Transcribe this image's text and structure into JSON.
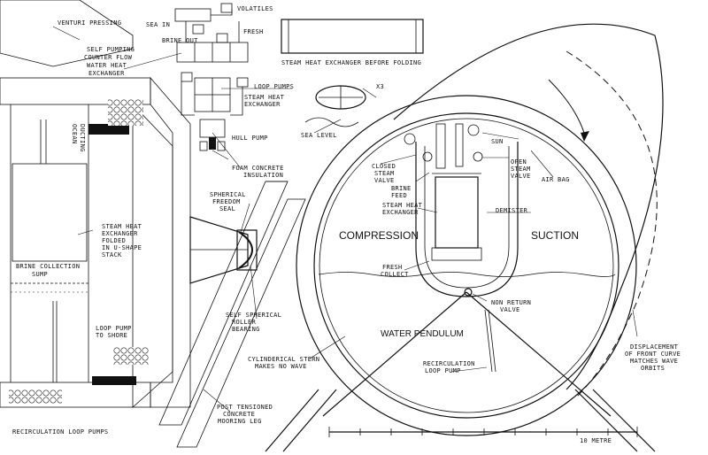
{
  "labels": {
    "volatiles": "VOLATILES",
    "sea_in": "SEA IN",
    "fresh_top": "FRESH",
    "brine_out": "BRINE OUT",
    "steam_hx_before_folding": "STEAM HEAT EXCHANGER BEFORE FOLDING",
    "venturi_pressing": "VENTURI PRESSING",
    "self_pumping_1": "SELF PUMPING",
    "self_pumping_2": "COUNTER FLOW",
    "self_pumping_3": "WATER HEAT",
    "self_pumping_4": "EXCHANGER",
    "loop_pumps": "LOOP PUMPS",
    "steam_hx_top_1": "STEAM HEAT",
    "steam_hx_top_2": "EXCHANGER",
    "x3": "X3",
    "hull_pump": "HULL PUMP",
    "sea_level": "SEA LEVEL",
    "sun": "SUN",
    "ocean_duct_1": "OCEAN",
    "ocean_duct_2": "DUCTING",
    "foam_concrete_1": "FOAM CONCRETE",
    "foam_concrete_2": "INSULATION",
    "closed_steam_1": "CLOSED",
    "closed_steam_2": "STEAM",
    "closed_steam_3": "VALVE",
    "open_steam_1": "OPEN",
    "open_steam_2": "STEAM",
    "open_steam_3": "VALVE",
    "air_bag": "AIR BAG",
    "brine_feed_1": "BRINE",
    "brine_feed_2": "FEED",
    "spherical_freedom_1": "SPHERICAL",
    "spherical_freedom_2": "FREEDOM",
    "spherical_freedom_3": "SEAL",
    "steam_hx_center_1": "STEAM HEAT",
    "steam_hx_center_2": "EXCHANGER",
    "demister": "DEMISTER",
    "compression": "COMPRESSION",
    "suction": "SUCTION",
    "hx_folded_1": "STEAM HEAT",
    "hx_folded_2": "EXCHANGER",
    "hx_folded_3": "FOLDED",
    "hx_folded_4": "IN U-SHAPE",
    "hx_folded_5": "STACK",
    "brine_collection_1": "BRINE COLLECTION",
    "brine_collection_2": "SUMP",
    "fresh_collect_1": "FRESH",
    "fresh_collect_2": "COLLECT",
    "non_return_1": "NON RETURN",
    "non_return_2": "VALVE",
    "self_spherical_1": "SELF SPHERICAL",
    "self_spherical_2": "ROLLER",
    "self_spherical_3": "BEARING",
    "loop_pump_shore_1": "LOOP PUMP",
    "loop_pump_shore_2": "TO SHORE",
    "water_pendulum": "WATER PENDULUM",
    "cyl_stern_1": "CYLINDERICAL STERN",
    "cyl_stern_2": "MAKES NO WAVE",
    "recirc_loop_1": "RECIRCULATION",
    "recirc_loop_2": "LOOP PUMP",
    "displacement_1": "DISPLACEMENT",
    "displacement_2": "OF FRONT CURVE",
    "displacement_3": "MATCHES WAVE",
    "displacement_4": "ORBITS",
    "post_tensioned_1": "POST TENSIONED",
    "post_tensioned_2": "CONCRETE",
    "post_tensioned_3": "MOORING LEG",
    "recirc_loop_pumps": "RECIRCULATION LOOP PUMPS",
    "ten_metre": "10 METRE"
  }
}
